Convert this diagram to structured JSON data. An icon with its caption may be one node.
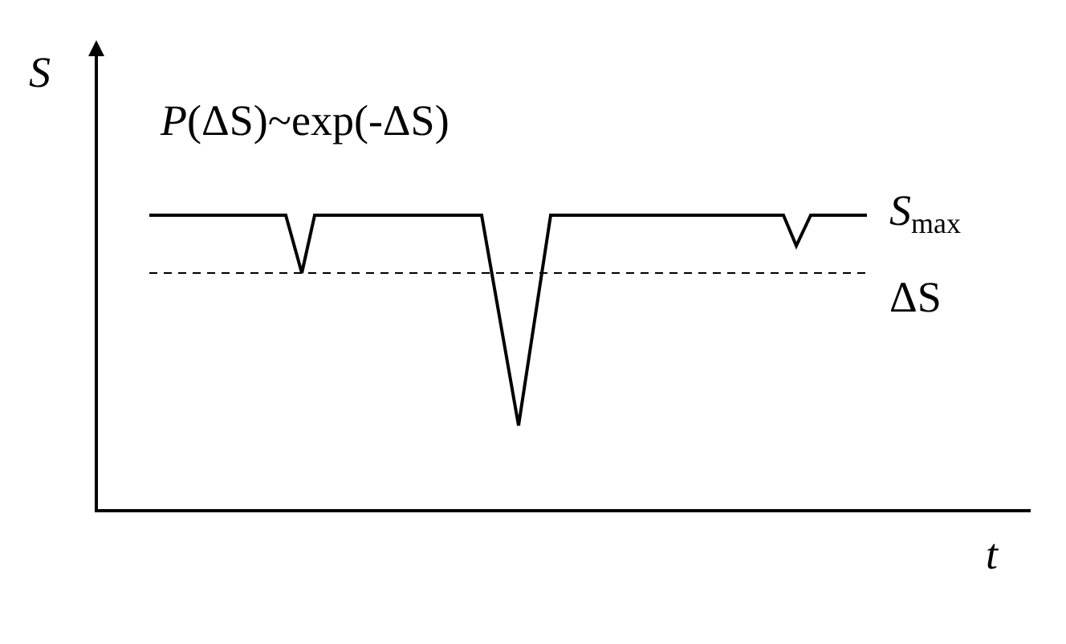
{
  "diagram": {
    "labels": [
      "*S*",
      "*P*(ΔS)~exp(-ΔS)",
      "*S*$_{max}$",
      "ΔS",
      "*t*"
    ]
  }
}
